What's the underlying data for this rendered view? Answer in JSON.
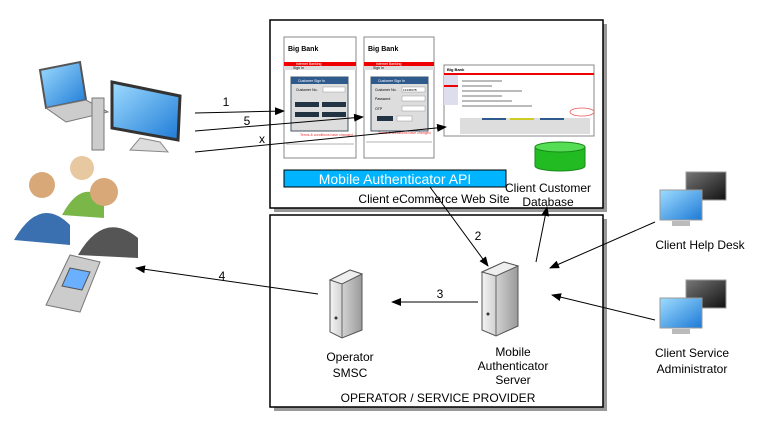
{
  "website_box": {
    "label": "Client eCommerce Web Site",
    "api_bar": "Mobile Authenticator API",
    "api_color": "#00b4ff",
    "screens": [
      {
        "title": "Big Bank",
        "menu": "Internet Banking",
        "sub": "Sign In",
        "panel": "Customer Sign In",
        "field1": "Customer No.",
        "notice": "Terms & conditions have changed"
      },
      {
        "title": "Big Bank",
        "menu": "Internet Banking",
        "sub": "Sign In",
        "panel": "Customer Sign In",
        "field1": "Customer No.",
        "field2": "Password",
        "field3": "OTP",
        "value1": "1234567B",
        "notice": "Terms & conditions have changed"
      },
      {
        "title": "Big Bank"
      }
    ],
    "database": {
      "label_line1": "Client Customer",
      "label_line2": "Database",
      "color": "#33cc33"
    }
  },
  "operator_box": {
    "label": "OPERATOR / SERVICE PROVIDER",
    "smsc": {
      "line1": "Operator",
      "line2": "SMSC"
    },
    "auth_server": {
      "line1": "Mobile",
      "line2": "Authenticator",
      "line3": "Server"
    }
  },
  "external": {
    "help_desk": "Client Help Desk",
    "admin_line1": "Client Service",
    "admin_line2": "Administrator"
  },
  "arrows": {
    "a1": "1",
    "a5": "5",
    "ax": "x",
    "a2": "2",
    "a3": "3",
    "a4": "4"
  }
}
